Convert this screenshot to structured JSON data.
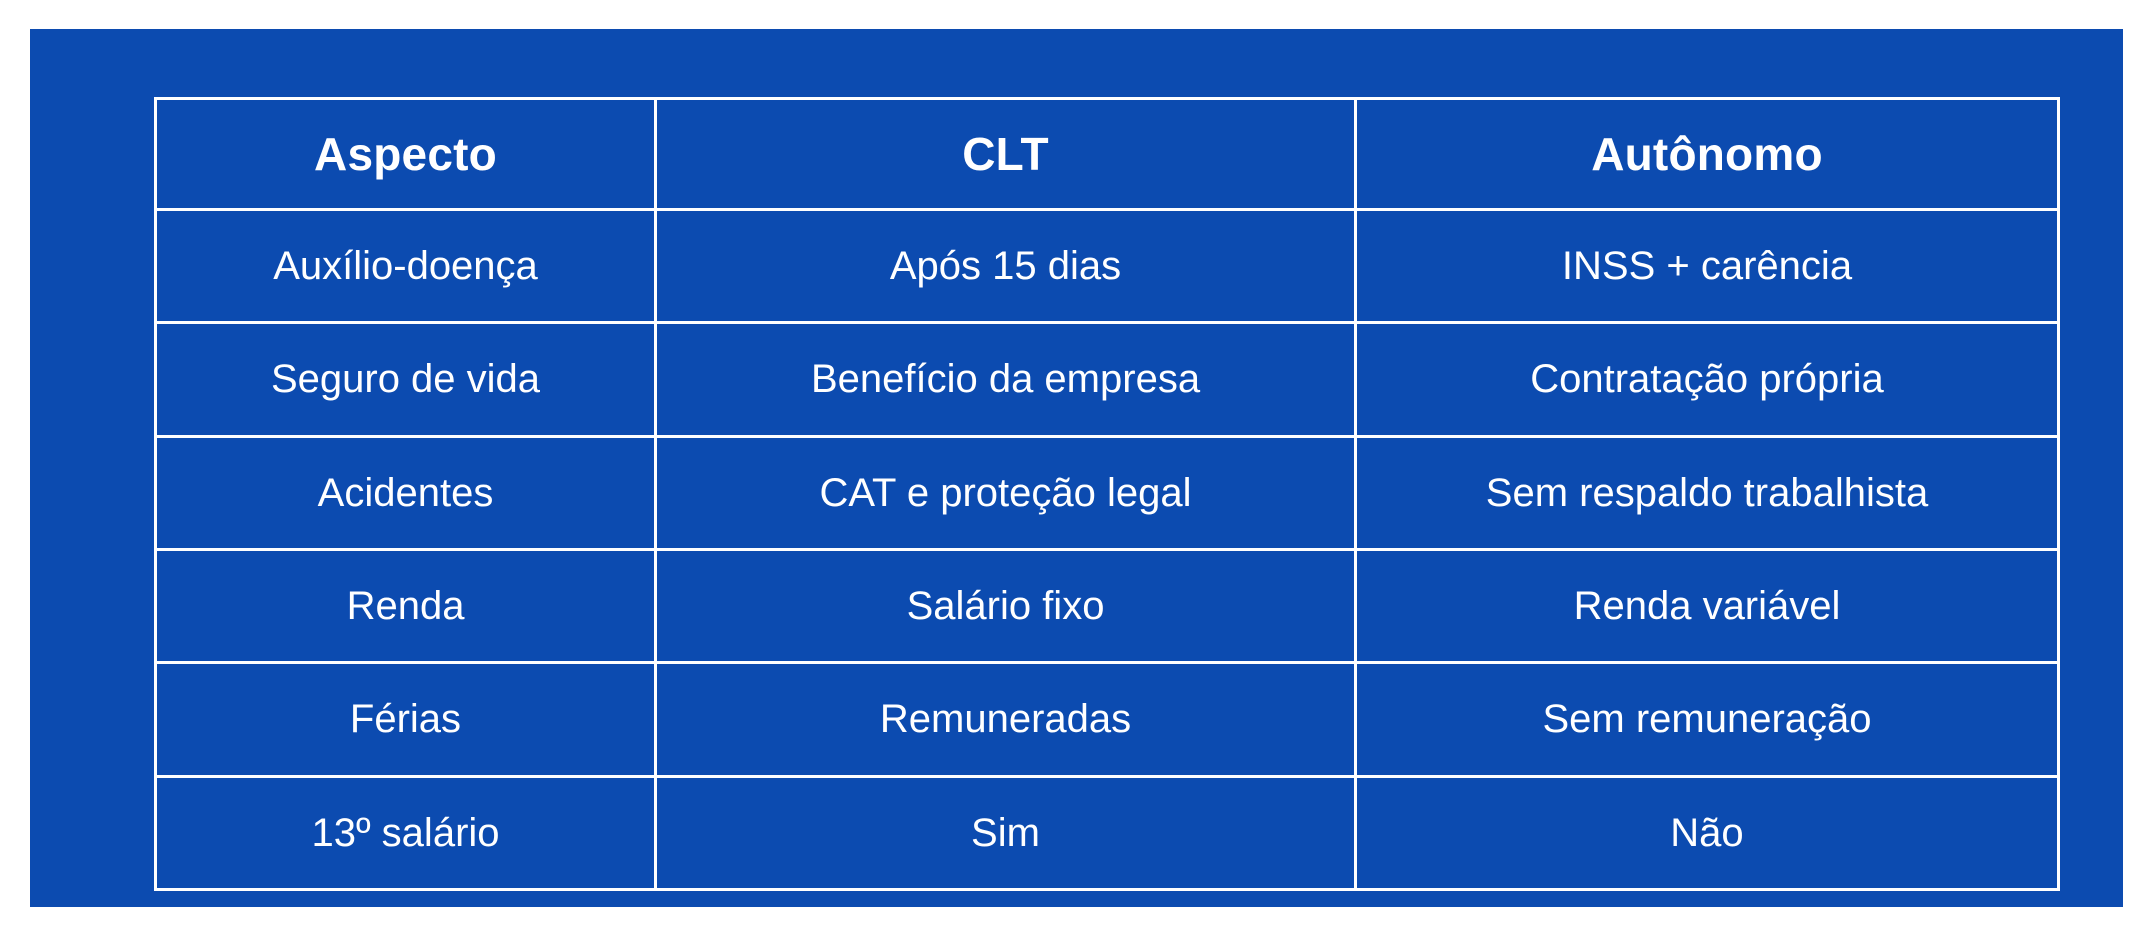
{
  "theme": {
    "background": "#ffffff",
    "panel_bg": "#0c4bb0",
    "grid_line": "#ffffff",
    "text": "#ffffff"
  },
  "table": {
    "headers": [
      "Aspecto",
      "CLT",
      "Autônomo"
    ],
    "rows": [
      {
        "aspecto": "Auxílio-doença",
        "clt": "Após 15 dias",
        "autonomo": "INSS + carência"
      },
      {
        "aspecto": "Seguro de vida",
        "clt": "Benefício da empresa",
        "autonomo": "Contratação própria"
      },
      {
        "aspecto": "Acidentes",
        "clt": "CAT e proteção legal",
        "autonomo": "Sem respaldo trabalhista"
      },
      {
        "aspecto": "Renda",
        "clt": "Salário fixo",
        "autonomo": "Renda variável"
      },
      {
        "aspecto": "Férias",
        "clt": "Remuneradas",
        "autonomo": "Sem remuneração"
      },
      {
        "aspecto": "13º salário",
        "clt": "Sim",
        "autonomo": "Não"
      }
    ]
  }
}
